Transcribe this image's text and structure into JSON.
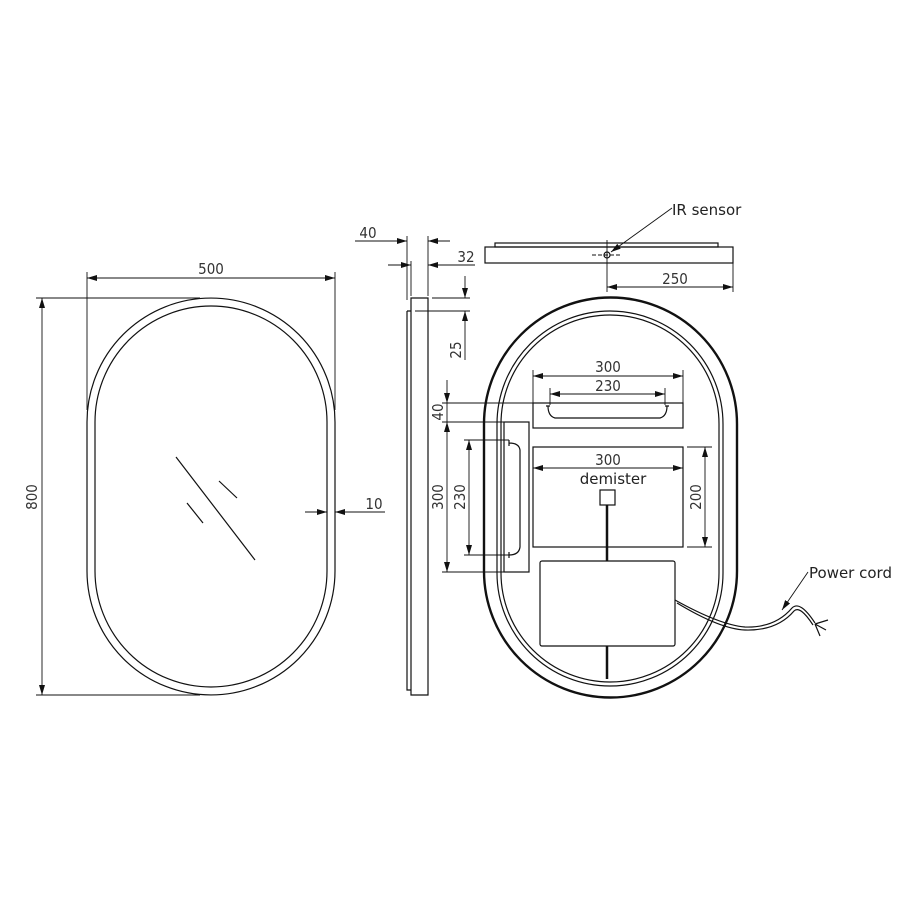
{
  "front_view": {
    "width": "500",
    "height": "800",
    "frame": "10"
  },
  "side_view": {
    "depth_total": "40",
    "depth_frame": "32",
    "offset": "25"
  },
  "top_view": {
    "sensor_label": "IR sensor",
    "sensor_offset": "250"
  },
  "back_view": {
    "top_bracket_width": "300",
    "top_bracket_hole_spacing": "230",
    "top_bracket_height": "40",
    "side_bracket_length": "300",
    "side_bracket_hole_spacing": "230",
    "demister_width": "300",
    "demister_height": "200",
    "demister_label": "demister",
    "power_cord_label": "Power cord"
  }
}
